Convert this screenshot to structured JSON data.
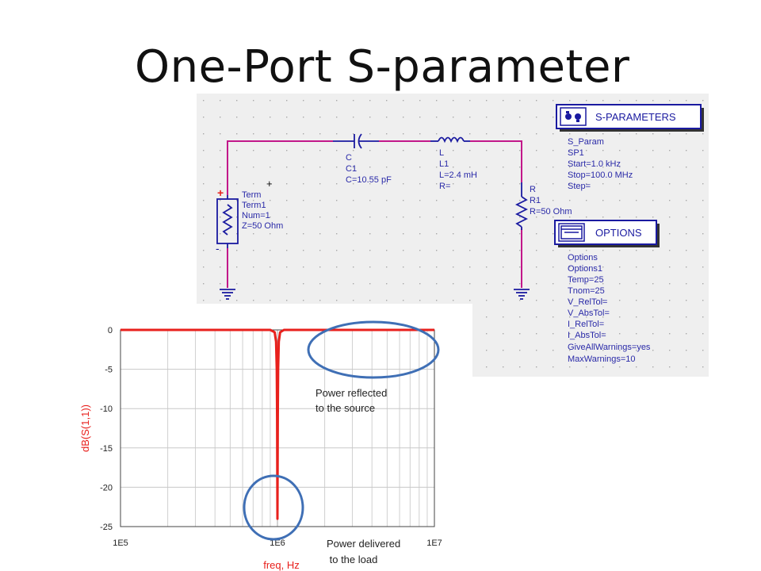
{
  "slide": {
    "title": "One-Port S-parameter"
  },
  "colors": {
    "wire": "#c2188a",
    "component": "#1a1aa0",
    "label": "#2a2aa8",
    "grid_dot": "#a8a8a8",
    "panel_bg": "#efefef",
    "trace": "#e8201c",
    "circle": "#3f6fb5",
    "axis_label": "#e8201c"
  },
  "schematic": {
    "term": {
      "lines": [
        "Term",
        "Term1",
        "Num=1",
        "Z=50 Ohm"
      ],
      "plus": "+",
      "minus": "-"
    },
    "plus_marker": "+",
    "capacitor": {
      "lines": [
        "C",
        "C1",
        "C=10.55 pF"
      ]
    },
    "inductor": {
      "lines": [
        "L",
        "L1",
        "L=2.4 mH",
        "R="
      ]
    },
    "resistor": {
      "lines": [
        "R",
        "R1",
        "R=50 Ohm"
      ]
    },
    "sparam_block": {
      "title": "S-PARAMETERS",
      "lines": [
        "S_Param",
        "SP1",
        "Start=1.0 kHz",
        "Stop=100.0 MHz",
        "Step="
      ]
    },
    "options_block": {
      "title": "OPTIONS",
      "lines": [
        "Options",
        "Options1",
        "Temp=25",
        "Tnom=25",
        "V_RelTol=",
        "V_AbsTol=",
        "I_RelTol=",
        "I_AbsTol=",
        "GiveAllWarnings=yes",
        "MaxWarnings=10"
      ]
    }
  },
  "annotations": {
    "reflected": [
      "Power reflected",
      "to the source"
    ],
    "delivered": [
      "Power delivered",
      " to the load"
    ]
  },
  "chart_data": {
    "type": "line",
    "xscale": "log",
    "xlabel": "freq, Hz",
    "ylabel": "dB(S(1,1))",
    "xlim": [
      100000,
      10000000
    ],
    "ylim": [
      -25,
      0
    ],
    "xticks": [
      "1E5",
      "1E6",
      "1E7"
    ],
    "yticks": [
      "0",
      "-5",
      "-10",
      "-15",
      "-20",
      "-25"
    ],
    "grid": true,
    "series": [
      {
        "x": [
          100000,
          900000,
          960000,
          980000,
          990000,
          995000,
          998000,
          1000000,
          1002000,
          1005000,
          1010000,
          1020000,
          1040000,
          1100000,
          10000000
        ],
        "y": [
          0,
          0,
          -0.3,
          -1.5,
          -5,
          -11,
          -19,
          -24,
          -19,
          -11,
          -5,
          -1.5,
          -0.3,
          0,
          0
        ]
      }
    ]
  }
}
